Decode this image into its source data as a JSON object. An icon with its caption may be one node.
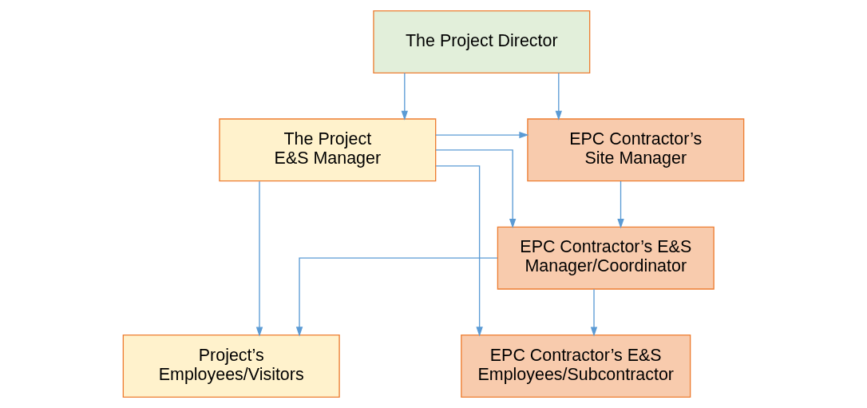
{
  "diagram": {
    "nodes": [
      {
        "text": [
          "The Project Director"
        ]
      },
      {
        "text": [
          "The Project E&S Manager"
        ]
      },
      {
        "text": [
          "EPC Contractor’s Site Manager"
        ]
      },
      {
        "text": [
          "EPC Contractor’s E&S Manager/Coordinator"
        ]
      },
      {
        "text": [
          "Project’s Employees/Visitors"
        ]
      },
      {
        "text": [
          "EPC Contractor’s E&S Employees/Subcontractor"
        ]
      }
    ],
    "edges": [
      {
        "from": 0,
        "to": 1,
        "arrow": "to"
      },
      {
        "from": 0,
        "to": 2,
        "arrow": "to"
      },
      {
        "from": 1,
        "to": 2,
        "arrow": "to"
      },
      {
        "from": 1,
        "to": 3,
        "arrow": "to"
      },
      {
        "from": 2,
        "to": 3,
        "arrow": "to"
      },
      {
        "from": 1,
        "to": 4,
        "arrow": "to"
      },
      {
        "from": 1,
        "to": 5,
        "arrow": "to"
      },
      {
        "from": 3,
        "to": 4,
        "arrow": "to"
      },
      {
        "from": 3,
        "to": 5,
        "arrow": "to"
      }
    ]
  }
}
